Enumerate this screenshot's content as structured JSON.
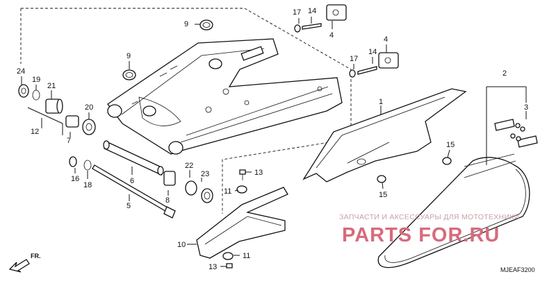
{
  "callouts": {
    "p1": "1",
    "p2": "2",
    "p3": "3",
    "p4a": "4",
    "p4b": "4",
    "p5": "5",
    "p6": "6",
    "p7": "7",
    "p8": "8",
    "p9a": "9",
    "p9b": "9",
    "p10": "10",
    "p11a": "11",
    "p11b": "11",
    "p12": "12",
    "p13a": "13",
    "p13b": "13",
    "p14a": "14",
    "p14b": "14",
    "p15a": "15",
    "p15b": "15",
    "p16": "16",
    "p17a": "17",
    "p17b": "17",
    "p18": "18",
    "p19": "19",
    "p20": "20",
    "p21": "21",
    "p22": "22",
    "p23": "23",
    "p24": "24"
  },
  "direction_label": "FR.",
  "diagram_code": "MJEAF3200",
  "watermark": {
    "caption": "ЗАПЧАСТИ И АКСЕССУАРЫ ДЛЯ МОТОТЕХНИКИ",
    "brand": "PARTS FOR.RU",
    "color": "#d76b7c"
  }
}
